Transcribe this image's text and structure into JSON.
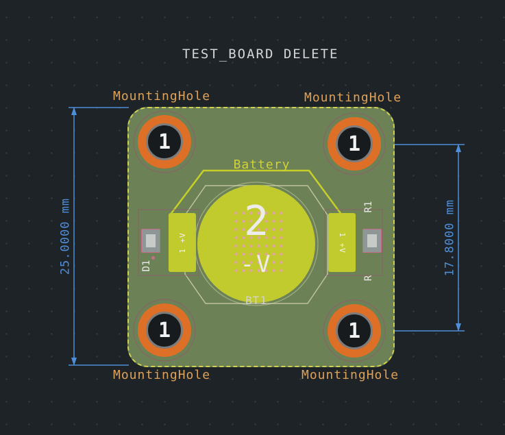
{
  "title": "TEST_BOARD DELETE",
  "mounting_holes": [
    {
      "position": "top-left",
      "label": "MountingHole",
      "pad_number": "1"
    },
    {
      "position": "top-right",
      "label": "MountingHole",
      "pad_number": "1"
    },
    {
      "position": "bottom-left",
      "label": "MountingHole",
      "pad_number": "1"
    },
    {
      "position": "bottom-right",
      "label": "MountingHole",
      "pad_number": "1"
    }
  ],
  "battery": {
    "reference": "BT1",
    "value": "Battery",
    "pad_number": "2",
    "polarity_marking": "-V"
  },
  "diode": {
    "reference": "D1",
    "pad_text": "1 +V"
  },
  "resistor": {
    "reference": "R1",
    "extra_label": "R",
    "pad_text": "1 +V"
  },
  "dimensions": {
    "left": {
      "value": "25.0000 mm"
    },
    "right": {
      "value": "17.8000 mm"
    }
  },
  "colors": {
    "background": "#1e2327",
    "board_green": "#6d8156",
    "board_edge_yellow": "#d0d24f",
    "copper_orange": "#dd7026",
    "pad_yellow_green": "#c2cb2e",
    "silkscreen_pale": "#d8dab2",
    "fab_chartreuse": "#c6d029",
    "dimension_blue": "#4f8ed8",
    "label_tan": "#dfa257",
    "courtyard_pink": "#9a4f72"
  }
}
